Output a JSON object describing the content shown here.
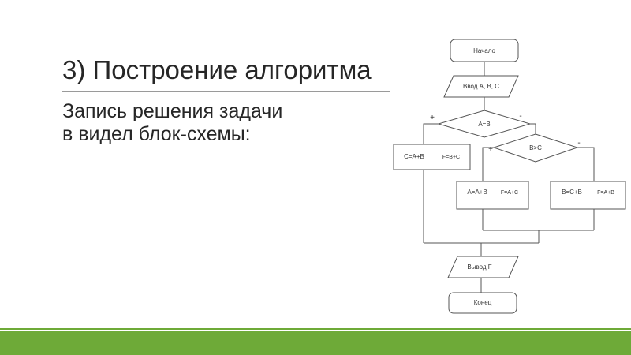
{
  "slide": {
    "title": "3) Построение алгоритма",
    "body_lines": [
      "Запись решения задачи",
      "в видел блок-схемы:"
    ]
  },
  "flowchart": {
    "start": "Начало",
    "input": "Ввод А, В, С",
    "cond1": "А=В",
    "cond1_yes": "+",
    "cond1_no": "-",
    "box_left_a": "С=А+В",
    "box_left_b": "F=В+С",
    "cond2": "В>С",
    "cond2_yes": "+",
    "cond2_no": "-",
    "box_mid_a": "А=А+В",
    "box_mid_b": "F=А+С",
    "box_right_a": "В=С+В",
    "box_right_b": "F=А+В",
    "output": "Вывод F",
    "end": "Конец"
  },
  "colors": {
    "accent_bar": "#6eaa38",
    "text": "#262626"
  }
}
